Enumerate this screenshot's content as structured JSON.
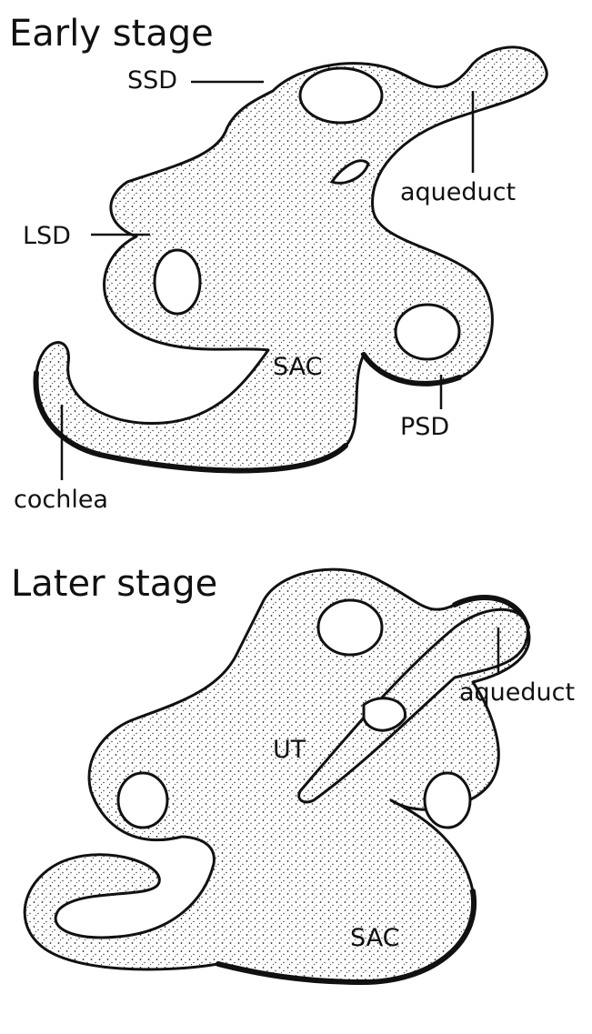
{
  "panels": {
    "early": {
      "title": "Early stage",
      "labels": {
        "ssd": "SSD",
        "aqueduct": "aqueduct",
        "lsd": "LSD",
        "sac": "SAC",
        "psd": "PSD",
        "cochlea": "cochlea"
      }
    },
    "later": {
      "title": "Later stage",
      "labels": {
        "aqueduct": "aqueduct",
        "ut": "UT",
        "sac": "SAC"
      }
    }
  }
}
